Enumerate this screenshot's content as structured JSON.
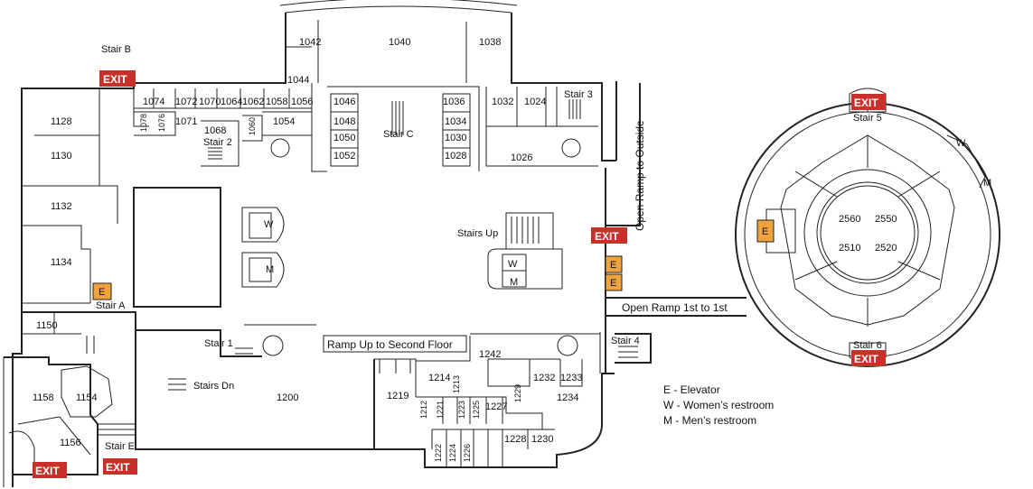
{
  "rooms": {
    "r1042": "1042",
    "r1040": "1040",
    "r1038": "1038",
    "r1044": "1044",
    "r1074": "1074",
    "r1072": "1072",
    "r1070": "1070",
    "r1064": "1064",
    "r1062": "1062",
    "r1058": "1058",
    "r1056": "1056",
    "r1078": "1078",
    "r1076": "1076",
    "r1071": "1071",
    "r1068": "1068",
    "r1060": "1060",
    "r1054": "1054",
    "r1046": "1046",
    "r1048": "1048",
    "r1050": "1050",
    "r1052": "1052",
    "r1036": "1036",
    "r1034": "1034",
    "r1030": "1030",
    "r1028": "1028",
    "r1032": "1032",
    "r1024": "1024",
    "r1026": "1026",
    "r1128": "1128",
    "r1130": "1130",
    "r1132": "1132",
    "r1134": "1134",
    "r1150": "1150",
    "r1158": "1158",
    "r1154": "1154",
    "r1156": "1156",
    "r1200": "1200",
    "r1219": "1219",
    "r1214": "1214",
    "r1242": "1242",
    "r1232": "1232",
    "r1233": "1233",
    "r1234": "1234",
    "r1227": "1227",
    "r1228": "1228",
    "r1230": "1230",
    "r1213": "1213",
    "r1212": "1212",
    "r1223": "1223",
    "r1225": "1225",
    "r1229": "1229",
    "r1221": "1221",
    "r1222": "1222",
    "r1224": "1224",
    "r1226": "1226",
    "r2560": "2560",
    "r2550": "2550",
    "r2510": "2510",
    "r2520": "2520"
  },
  "stairs": {
    "stairB": "Stair B",
    "stair2": "Stair 2",
    "stairC": "Stair C",
    "stair3": "Stair 3",
    "stairA": "Stair A",
    "stair1": "Stair 1",
    "stairsDn": "Stairs Dn",
    "stairE": "Stair E",
    "stairsUp": "Stairs Up",
    "stair4": "Stair 4",
    "stair5": "Stair 5",
    "stair6": "Stair 6"
  },
  "markers": {
    "exit": "EXIT",
    "elevator": "E",
    "women": "W",
    "men": "M"
  },
  "ramps": {
    "outside": "Open Ramp to Outside",
    "first": "Open Ramp 1st to 1st",
    "second": "Ramp Up to Second Floor"
  },
  "legend": {
    "elevator": "E - Elevator",
    "women": "W - Women’s restroom",
    "men": "M - Men’s restroom"
  }
}
